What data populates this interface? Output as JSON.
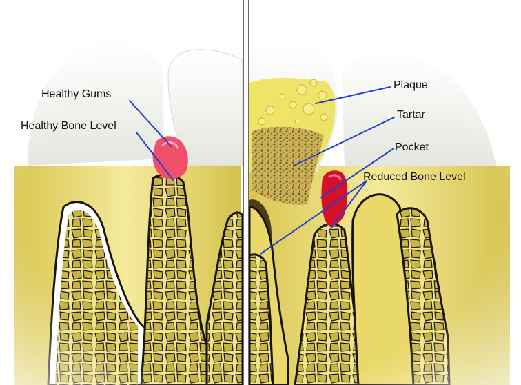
{
  "labels": {
    "healthy_gums": "Healthy Gums",
    "healthy_bone_level": "Healthy Bone Level",
    "plaque": "Plaque",
    "tartar": "Tartar",
    "pocket": "Pocket",
    "reduced_bone_level": "Reduced Bone Level"
  },
  "colors": {
    "enamel": "#f6f6f2",
    "root_yellow": "#e9d96a",
    "bone_yellow": "#efe48a",
    "bone_cell": "#c9b446",
    "bone_outline": "#1a1408",
    "gum_healthy": "#f0506a",
    "gum_inflamed": "#d4102a",
    "plaque": "#efe050",
    "tartar": "#b49238",
    "pointer_line": "#1f3fd0",
    "divider": "#6b6b6b"
  }
}
